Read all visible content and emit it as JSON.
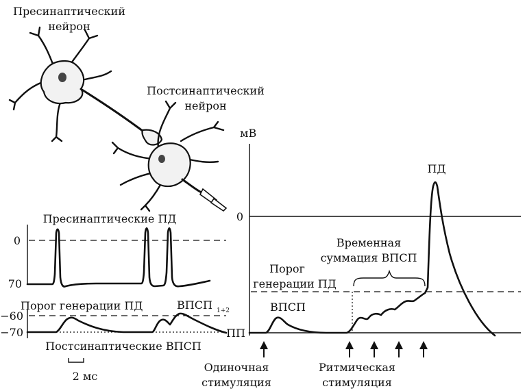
{
  "neurons": {
    "presynaptic_label": [
      "Пресинаптический",
      "нейрон"
    ],
    "postsynaptic_label": [
      "Постсинаптический",
      "нейрон"
    ]
  },
  "left_top": {
    "title": "Пресинаптические ПД",
    "tick_0": "0",
    "tick_70": "70"
  },
  "left_bottom": {
    "threshold_label": "Порог генерации ПД",
    "vpsp_sum_label": "ВПСП",
    "vpsp_sum_sub": "1+2",
    "tick_60": "−60",
    "tick_70": "−70",
    "caption": "Постсинаптические ВПСП",
    "scale_label": "2 мс"
  },
  "right": {
    "unit": "мВ",
    "tick_0": "0",
    "tick_pp": "ПП",
    "pd_label": "ПД",
    "temporal_summation": [
      "Временная",
      "суммация ВПСП"
    ],
    "threshold": [
      "Порог",
      "генерации ПД"
    ],
    "vpsp_label": "ВПСП",
    "single_stim": [
      "Одиночная",
      "стимуляция"
    ],
    "rhythmic_stim": [
      "Ритмическая",
      "стимуляция"
    ]
  }
}
